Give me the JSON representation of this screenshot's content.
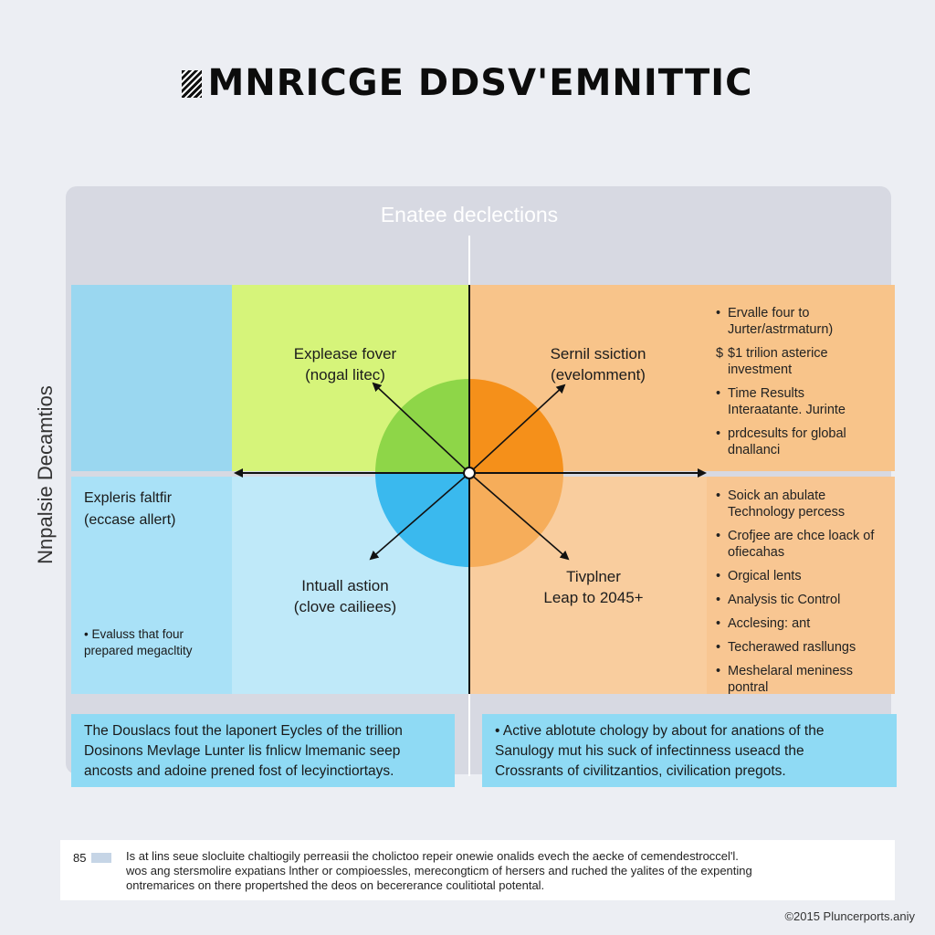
{
  "header": {
    "title": "MNRICGE DDSV'EMNITTIC"
  },
  "panel": {
    "title": "Enatee declections",
    "y_axis_label": "Nnpalsie Decamtios"
  },
  "quadrants": {
    "top_left": {
      "line1": "Explease fover",
      "line2": "(nogal litec)"
    },
    "top_right": {
      "line1": "Sernil ssiction",
      "line2": "(evelomment)"
    },
    "bottom_left": {
      "line1": "Intuall astion",
      "line2": "(clove cailiees)"
    },
    "bottom_right": {
      "line1": "Tivplner",
      "line2": "Leap to 2045+"
    }
  },
  "left_column": {
    "text_line1": "Expleris faltfir",
    "text_line2": "(eccase allert)",
    "note_line1": "• Evaluss that four",
    "note_line2": "prepared megacltity"
  },
  "side_top": [
    {
      "bullet": "•",
      "text": "Ervalle four to Jurter/astrmaturn)"
    },
    {
      "bullet": "$",
      "text": "$1 trilion asterice investment"
    },
    {
      "bullet": "•",
      "text": "Time Results Interaatante. Jurinte"
    },
    {
      "bullet": "•",
      "text": "prdcesults for global dnallanci"
    }
  ],
  "side_bottom": [
    {
      "bullet": "•",
      "text": "Soick an abulate Technology percess"
    },
    {
      "bullet": "•",
      "text": "Crofjee are chce loack of ofiecahas"
    },
    {
      "bullet": "•",
      "text": "Orgical lents"
    },
    {
      "bullet": "•",
      "text": "Analysis tic Control"
    },
    {
      "bullet": "•",
      "text": "Acclesing: ant"
    },
    {
      "bullet": "•",
      "text": "Techerawed rasllungs"
    },
    {
      "bullet": "•",
      "text": "Meshelaral meniness pontral"
    }
  ],
  "bottom_boxes": {
    "left": [
      "The Douslacs fout the laponert Eycles of the trillion",
      "Dosinons Mevlage Lunter lis fnlicw lmemanic seep",
      "ancosts and adoine prened fost of lecyinctiortays."
    ],
    "right": [
      "• Active ablotute chology by about for anations of the",
      "Sanulogy mut his suck of infectinness useacd the",
      "Crossrants of civilitzantios, civilication pregots."
    ]
  },
  "footer": {
    "page_number": "85",
    "lines": [
      "Is at lins seue slocluite chaltiogily perreasii the cholictoo repeir onewie onalids evech the aecke of cemendestroccel'l.",
      "wos ang stersmolire expatians lnther or compioessles, merecongticm of hersers and ruched the yalites of the expenting",
      "ontremarices on there propertshed the deos on becererance coulitiotal potental."
    ]
  },
  "copyright": "©2015 Pluncerports.aniy",
  "colors": {
    "green": "#8ed648",
    "orange": "#f5901a",
    "blue": "#3ab9ee",
    "light_orange": "#f6ad5a"
  }
}
